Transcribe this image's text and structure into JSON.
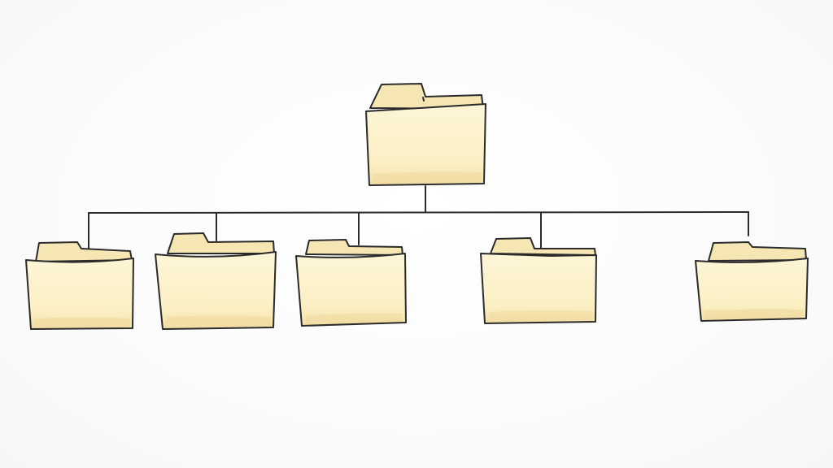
{
  "diagram": {
    "type": "folder-hierarchy",
    "root": {
      "id": "root-folder",
      "label": ""
    },
    "children": [
      {
        "id": "child-folder-1",
        "label": ""
      },
      {
        "id": "child-folder-2",
        "label": ""
      },
      {
        "id": "child-folder-3",
        "label": ""
      },
      {
        "id": "child-folder-4",
        "label": ""
      },
      {
        "id": "child-folder-5",
        "label": ""
      }
    ],
    "colors": {
      "folder_back": "#f5e6b4",
      "folder_front": "#fbefc3",
      "folder_front_highlight": "#fdf6da",
      "folder_shadow": "#efd9a0",
      "line": "#2b2b2b",
      "background": "#fbfbfb"
    }
  }
}
